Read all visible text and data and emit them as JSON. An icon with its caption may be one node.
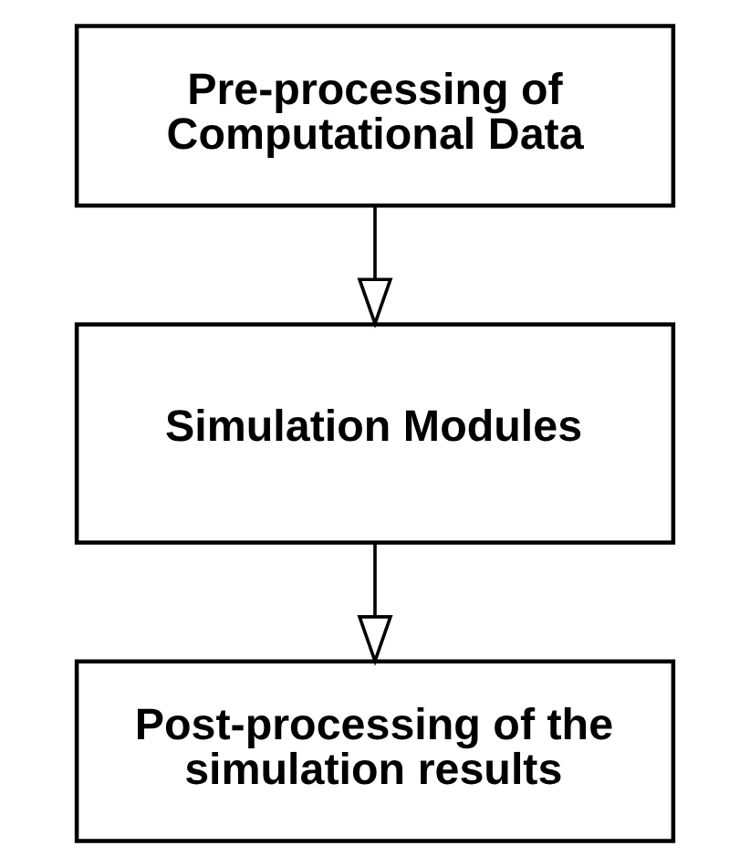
{
  "diagram": {
    "nodes": [
      {
        "text": [
          "Pre-processing of Computational Data"
        ]
      },
      {
        "text": [
          "Simulation Modules"
        ]
      },
      {
        "text": [
          "Post-processing of the simulation results"
        ]
      }
    ],
    "edges": [
      {
        "from": 0,
        "to": 1,
        "arrow": "to"
      },
      {
        "from": 1,
        "to": 2,
        "arrow": "to"
      }
    ]
  }
}
